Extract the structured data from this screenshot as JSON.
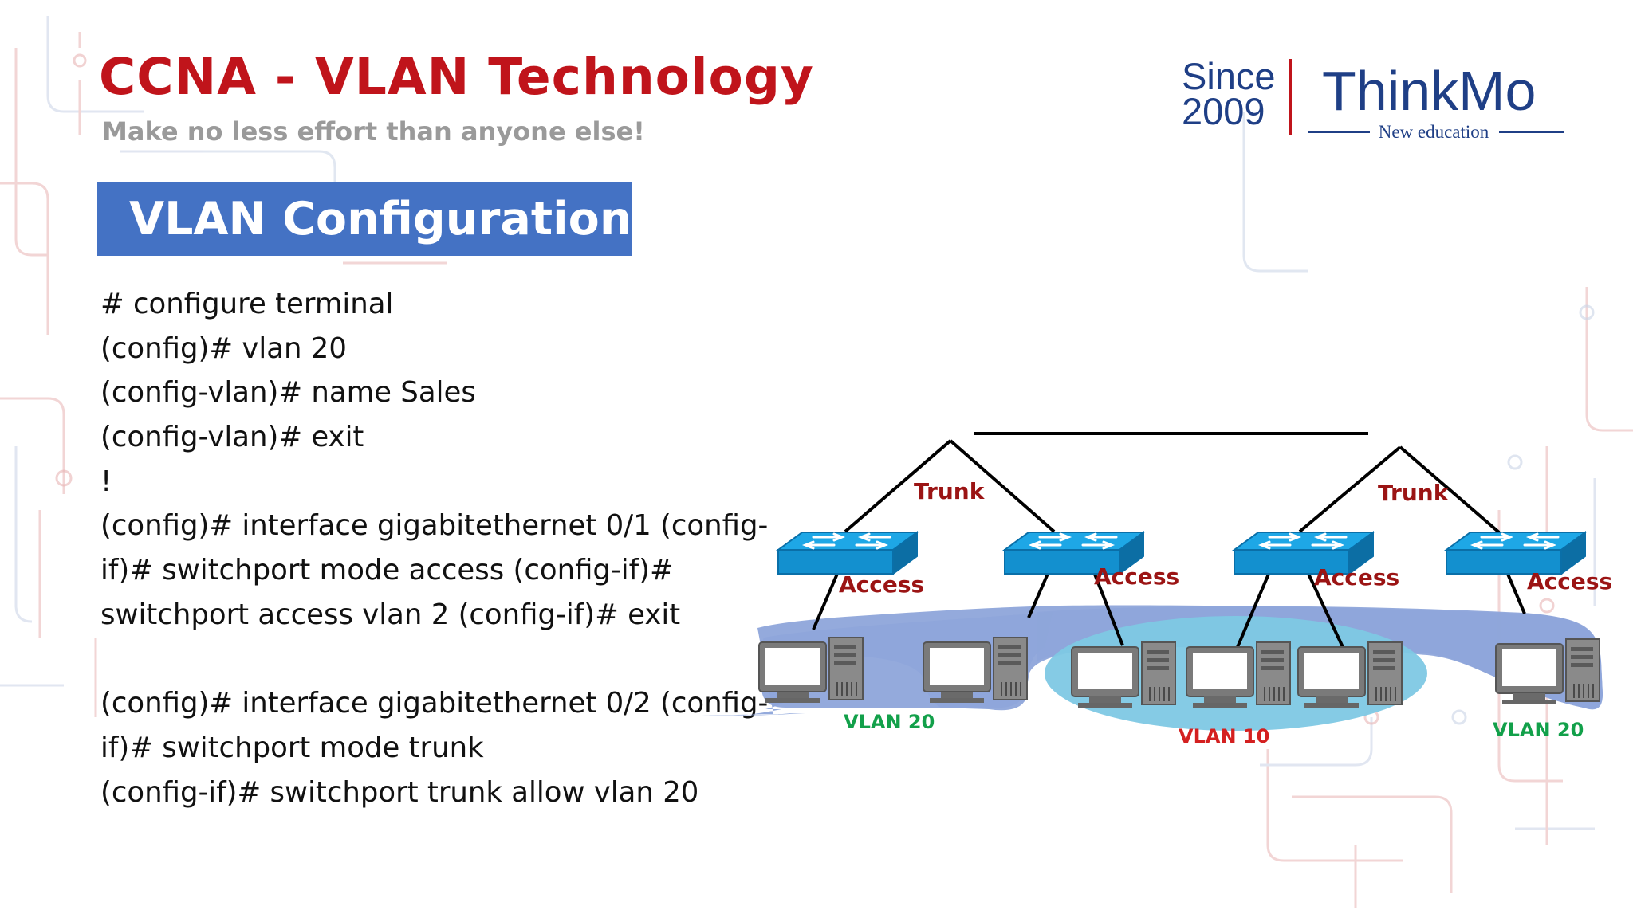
{
  "header": {
    "title": "CCNA - VLAN Technology",
    "subtitle": "Make no less effort  than anyone else!"
  },
  "logo": {
    "since_line1": "Since",
    "since_line2": "2009",
    "name": "ThinkMo",
    "tagline": "New education"
  },
  "section": {
    "title": "VLAN Configuration"
  },
  "config_lines": [
    "# configure terminal",
    "(config)# vlan 20",
    "(config-vlan)# name Sales",
    "(config-vlan)# exit",
    "!",
    "(config)# interface gigabitethernet 0/1 (config-",
    "if)# switchport mode access (config-if)#",
    "switchport access vlan 2 (config-if)# exit",
    "",
    "(config)# interface gigabitethernet 0/2 (config-",
    "if)# switchport mode trunk",
    "(config-if)# switchport trunk allow vlan 20"
  ],
  "diagram": {
    "trunk_label": "Trunk",
    "access_label": "Access",
    "vlan20_label": "VLAN 20",
    "vlan10_label": "VLAN 10",
    "colors": {
      "vlan20_zone": "#8ea5da",
      "vlan10_zone": "#7ec8e4",
      "switch_top": "#1ea7e6",
      "label_red": "#9b1414",
      "vlan20_text": "#12a04a",
      "vlan10_text": "#d42020"
    }
  },
  "colors": {
    "title": "#c0141b",
    "subtitle": "#9a9a9a",
    "section_bg": "#4472c4",
    "logo_blue": "#1f3f86"
  }
}
